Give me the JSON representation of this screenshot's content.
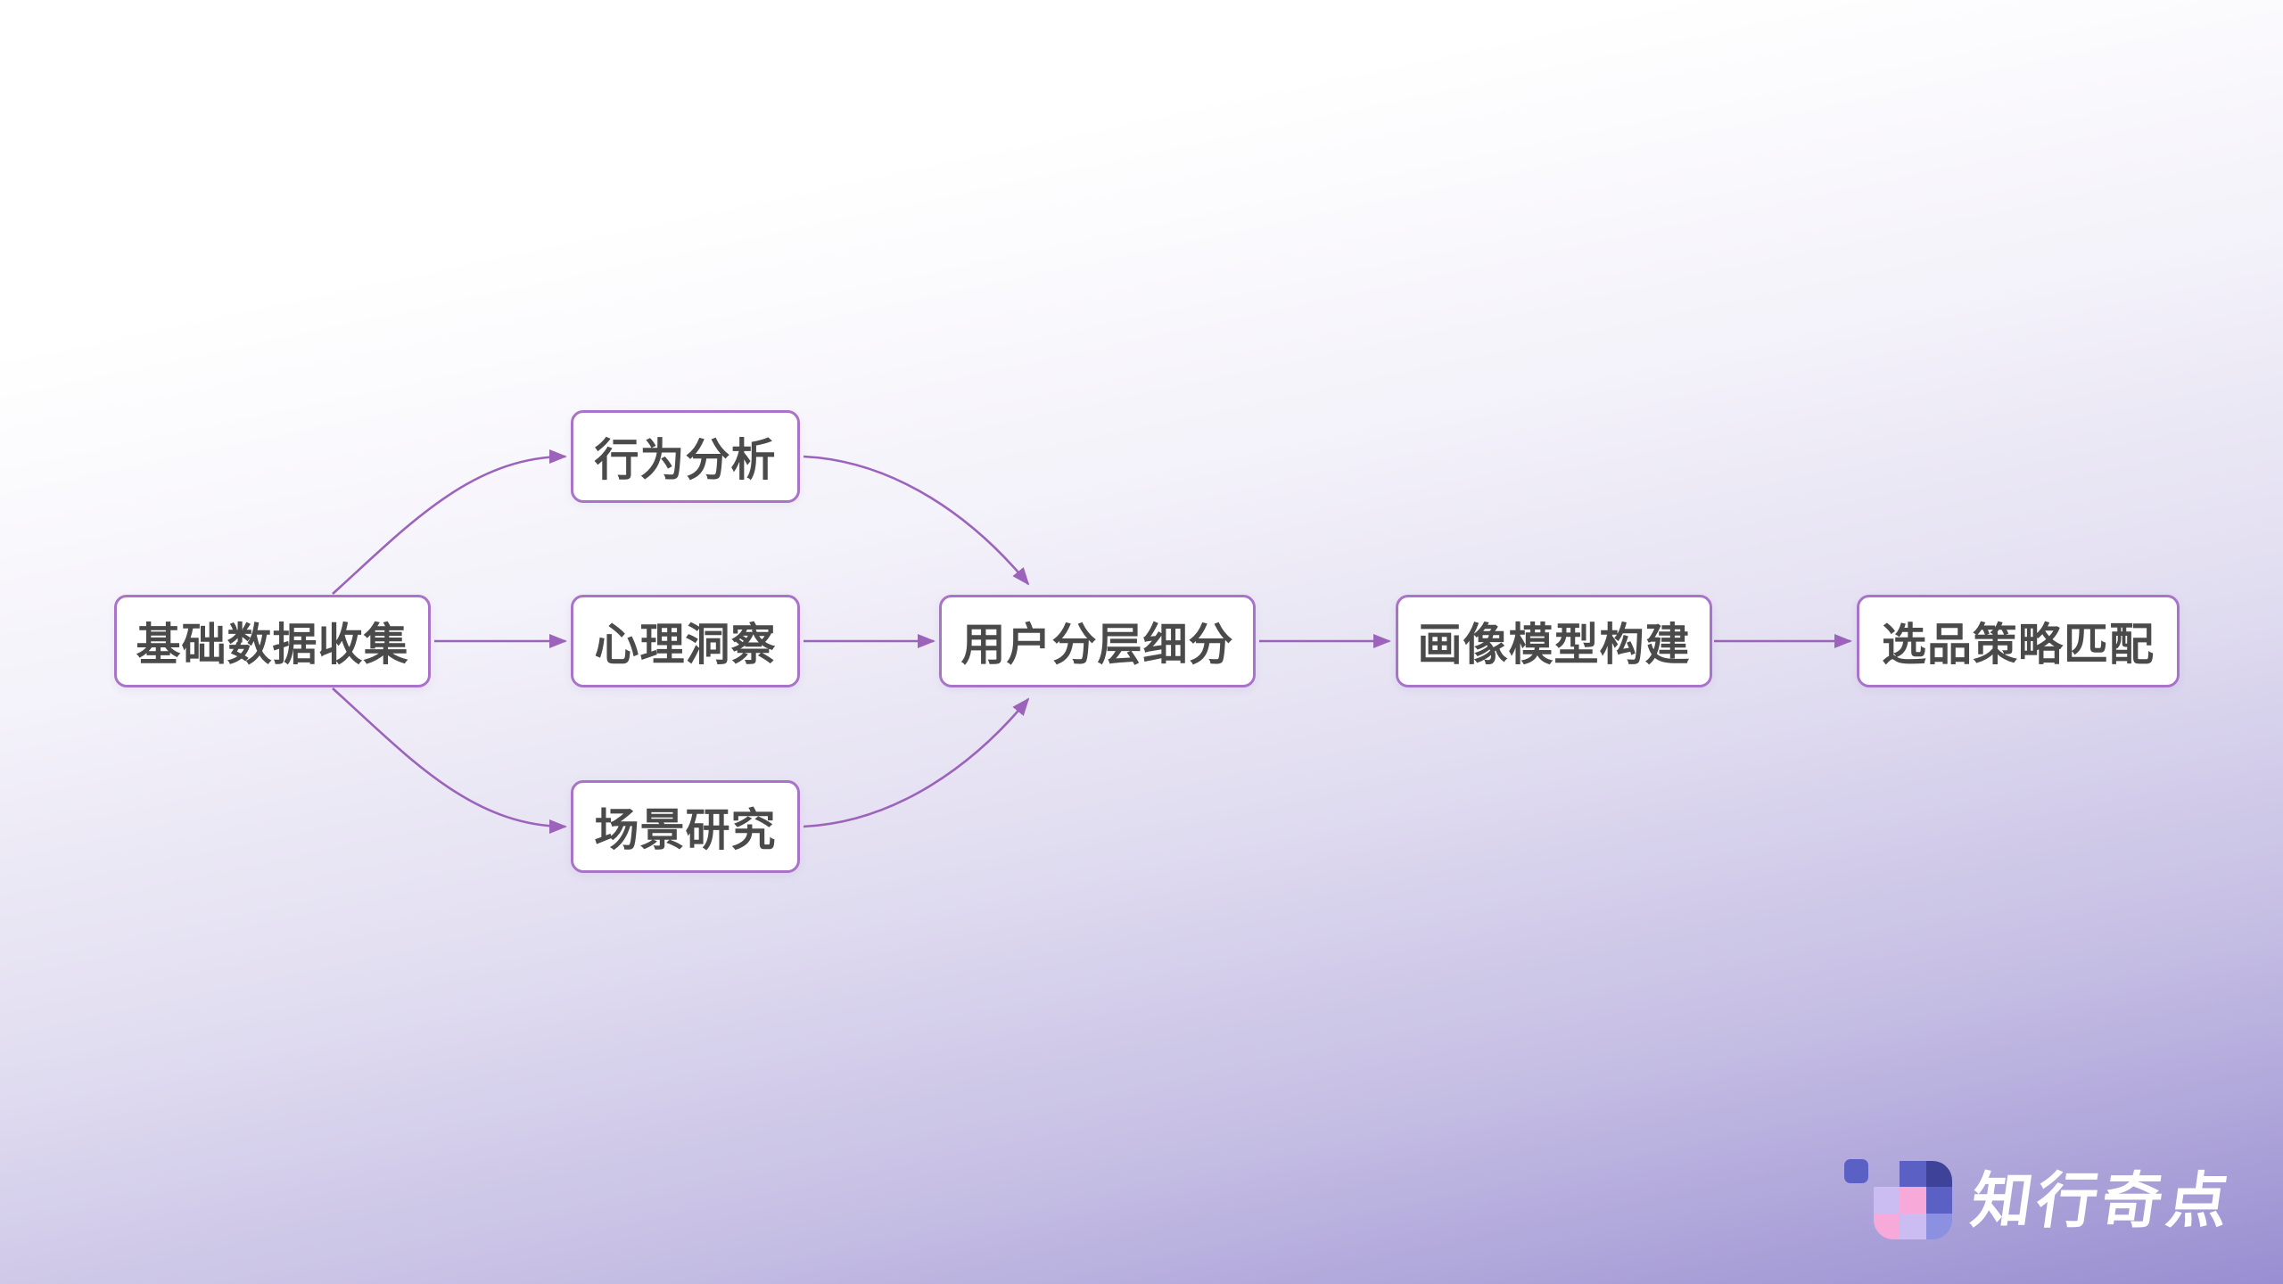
{
  "diagram": {
    "type": "flowchart",
    "nodes": [
      {
        "id": "n1",
        "label": "基础数据收集"
      },
      {
        "id": "n2",
        "label": "行为分析"
      },
      {
        "id": "n3",
        "label": "心理洞察"
      },
      {
        "id": "n4",
        "label": "场景研究"
      },
      {
        "id": "n5",
        "label": "用户分层细分"
      },
      {
        "id": "n6",
        "label": "画像模型构建"
      },
      {
        "id": "n7",
        "label": "选品策略匹配"
      }
    ],
    "edges": [
      {
        "from": "基础数据收集",
        "to": "行为分析"
      },
      {
        "from": "基础数据收集",
        "to": "心理洞察"
      },
      {
        "from": "基础数据收集",
        "to": "场景研究"
      },
      {
        "from": "行为分析",
        "to": "用户分层细分"
      },
      {
        "from": "心理洞察",
        "to": "用户分层细分"
      },
      {
        "from": "场景研究",
        "to": "用户分层细分"
      },
      {
        "from": "用户分层细分",
        "to": "画像模型构建"
      },
      {
        "from": "画像模型构建",
        "to": "选品策略匹配"
      }
    ]
  },
  "logo": {
    "text": "知行奇点"
  },
  "colors": {
    "bg-deep": "#998ed1",
    "node-fill": "#ffffff",
    "node-border": "#a873c8",
    "node-text": "#4a4a4a",
    "connector": "#9c63bb",
    "logo-blue": "#5a60c4",
    "logo-navy": "#3e4399",
    "logo-lavender": "#cbbcf2",
    "logo-pink": "#f7a9d9",
    "logo-periwinkle": "#8b90e0"
  }
}
